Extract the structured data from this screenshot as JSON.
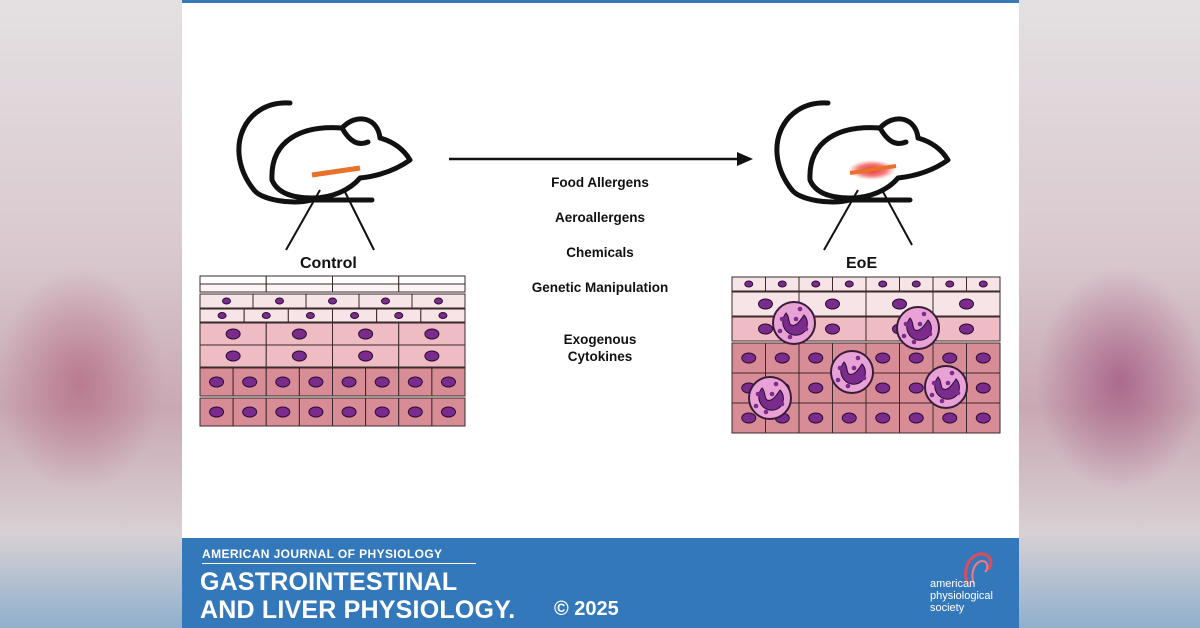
{
  "diagram": {
    "control_label": "Control",
    "eoe_label": "EoE",
    "factors": [
      "Food Allergens",
      "Aeroallergens",
      "Chemicals",
      "Genetic Manipulation",
      "Exogenous Cytokines"
    ]
  },
  "footer": {
    "journal_top": "AMERICAN JOURNAL OF PHYSIOLOGY",
    "journal_line1": "GASTROINTESTINAL",
    "journal_line2": "AND LIVER PHYSIOLOGY.",
    "copyright": "© 2025",
    "society_logo_text": "american physiological society"
  },
  "colors": {
    "footer_blue": "#3478bc",
    "esophagus_orange": "#e8722a",
    "inflammation_red": "#e8262a",
    "nucleus_purple": "#7a2b8c",
    "eosinophil_pink": "#e9a2d6",
    "cell_light": "#f7e4e6",
    "cell_mid": "#eebcc2",
    "cell_dark": "#d88d96"
  }
}
